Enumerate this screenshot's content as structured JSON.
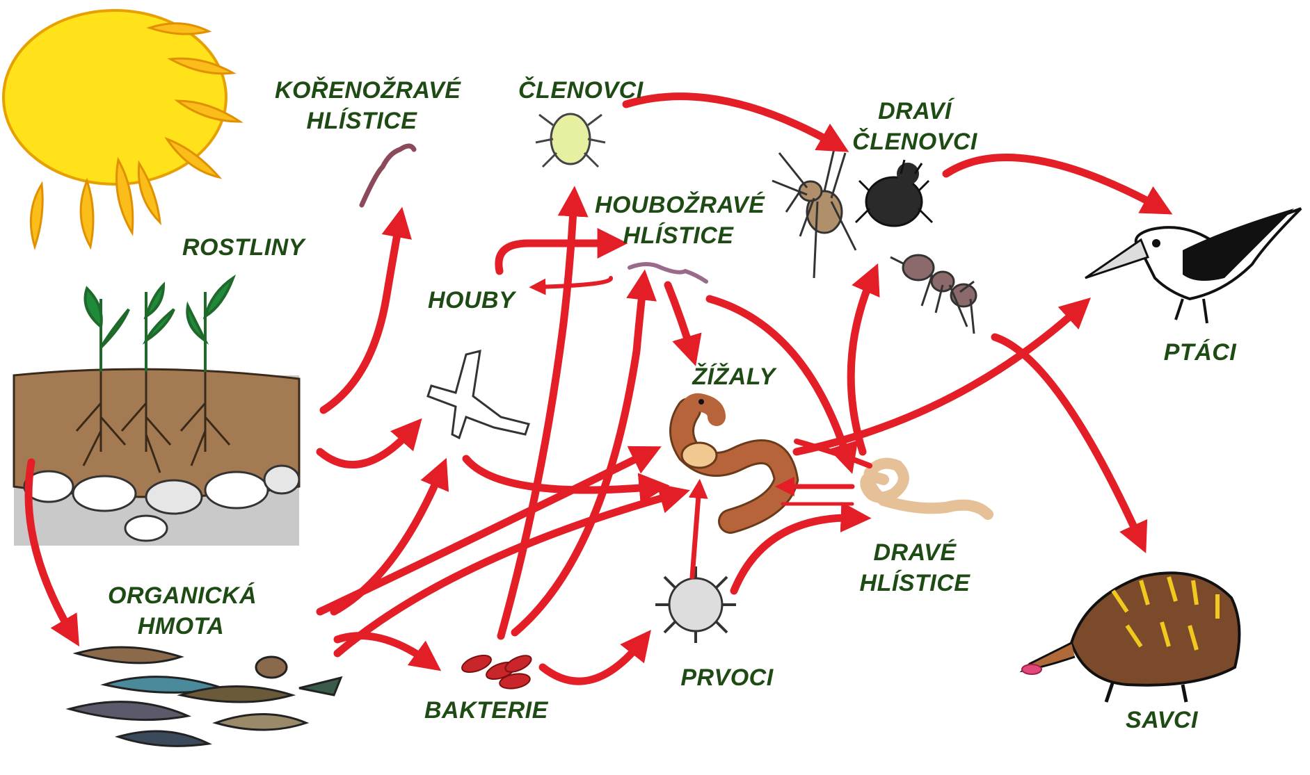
{
  "labels": {
    "korenozrave_hlistice": [
      "KOŘENOŽRAVÉ",
      "HLÍSTICE"
    ],
    "clenovci": "ČLENOVCI",
    "dravi_clenovci": [
      "DRAVÍ",
      "ČLENOVCI"
    ],
    "houbozrave_hlistice": [
      "HOUBOŽRAVÉ",
      "HLÍSTICE"
    ],
    "rostliny": "ROSTLINY",
    "houby": "HOUBY",
    "zizaly": "ŽÍŽALY",
    "ptaci": "PTÁCI",
    "organicka_hmota": [
      "ORGANICKÁ",
      "HMOTA"
    ],
    "dravy_hlistice": [
      "DRAVÉ",
      "HLÍSTICE"
    ],
    "prvoci": "PRVOCI",
    "bakterie": "BAKTERIE",
    "savci": "SAVCI"
  },
  "colors": {
    "arrow": "#e41e26",
    "label": "#1e4a14",
    "sun": "#ffe21a",
    "soil": "#a47a52",
    "rock": "#c8c8c8",
    "plant": "#1f8a3a"
  },
  "icons": [
    "sun-icon",
    "soil-with-plants-icon",
    "root-nematode-icon",
    "mite-icon",
    "spider-icon",
    "beetle-icon",
    "ant-icon",
    "fungal-hyphae-icon",
    "fungivore-nematode-icon",
    "earthworm-icon",
    "predatory-nematode-icon",
    "protozoan-icon",
    "bacteria-icon",
    "organic-matter-icon",
    "bird-icon",
    "echidna-icon"
  ]
}
